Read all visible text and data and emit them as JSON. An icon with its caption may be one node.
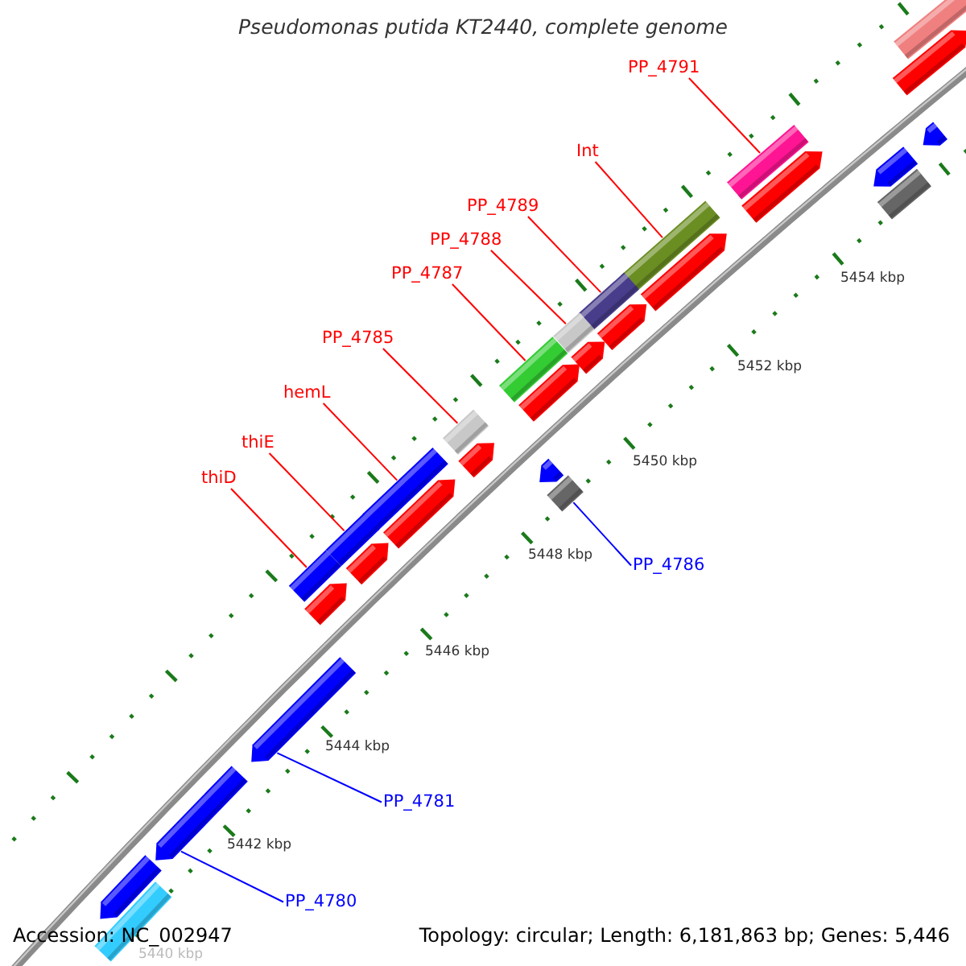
{
  "diagram": {
    "title": "Pseudomonas putida KT2440, complete genome",
    "nodes": [
      {
        "text": [
          "PP_4791"
        ]
      },
      {
        "text": [],
        "shape": "bar"
      },
      {
        "text": [
          "Int"
        ]
      },
      {
        "text": [],
        "shape": "bar"
      },
      {
        "text": [
          "PP_4789"
        ]
      },
      {
        "text": [],
        "shape": "bar"
      },
      {
        "text": [
          "PP_4788"
        ]
      },
      {
        "text": [],
        "shape": "bar"
      },
      {
        "text": [
          "PP_4787"
        ]
      },
      {
        "text": [],
        "shape": "bar"
      },
      {
        "text": [
          "PP_4785"
        ]
      },
      {
        "text": [],
        "shape": "bar"
      },
      {
        "text": [
          "hemL"
        ]
      },
      {
        "text": [],
        "shape": "bar"
      },
      {
        "text": [
          "thiE"
        ]
      },
      {
        "text": [],
        "shape": "bar"
      },
      {
        "text": [
          "thiD"
        ]
      },
      {
        "text": [],
        "shape": "bar"
      },
      {
        "text": [
          "PP_4786"
        ]
      },
      {
        "text": [],
        "shape": "bar"
      },
      {
        "text": [
          "PP_4781"
        ]
      },
      {
        "text": [],
        "shape": "arrow"
      },
      {
        "text": [
          "PP_4780"
        ]
      },
      {
        "text": [],
        "shape": "arrow"
      },
      {
        "text": [],
        "shape": "bar"
      },
      {
        "text": [],
        "shape": "arrow"
      },
      {
        "text": [],
        "shape": "arrow"
      },
      {
        "text": [],
        "shape": "arrow"
      },
      {
        "text": [],
        "shape": "arrow"
      },
      {
        "text": [],
        "shape": "arrow"
      },
      {
        "text": [],
        "shape": "arrow"
      },
      {
        "text": [],
        "shape": "arrow"
      },
      {
        "text": [],
        "shape": "arrow"
      },
      {
        "text": [],
        "shape": "arrow"
      },
      {
        "text": [],
        "shape": "arrow"
      },
      {
        "text": [],
        "shape": "arrow"
      },
      {
        "text": [],
        "shape": "arrow"
      },
      {
        "text": [],
        "shape": "bar"
      },
      {
        "text": [],
        "shape": "arrow"
      },
      {
        "text": [],
        "shape": "arrow"
      },
      {
        "text": [],
        "shape": "bar"
      }
    ],
    "edges": [
      {
        "from": 0,
        "to": 1,
        "arrow": "none"
      },
      {
        "from": 2,
        "to": 3,
        "arrow": "none"
      },
      {
        "from": 4,
        "to": 5,
        "arrow": "none"
      },
      {
        "from": 6,
        "to": 7,
        "arrow": "none"
      },
      {
        "from": 8,
        "to": 9,
        "arrow": "none"
      },
      {
        "from": 10,
        "to": 11,
        "arrow": "none"
      },
      {
        "from": 12,
        "to": 13,
        "arrow": "none"
      },
      {
        "from": 14,
        "to": 15,
        "arrow": "none"
      },
      {
        "from": 16,
        "to": 17,
        "arrow": "none"
      },
      {
        "from": 18,
        "to": 19,
        "arrow": "none",
        "color": "#0000ff"
      },
      {
        "from": 20,
        "to": 21,
        "arrow": "none",
        "color": "#0000ff"
      },
      {
        "from": 22,
        "to": 23,
        "arrow": "none",
        "color": "#0000ff"
      }
    ],
    "labels": [
      "5454 kbp",
      "5452 kbp",
      "5450 kbp",
      "5448 kbp",
      "5446 kbp",
      "5444 kbp",
      "5442 kbp",
      "5440 kbp",
      "Accession: NC_002947",
      "Topology: circular; Length: 6,181,863 bp; Genes: 5,446"
    ]
  }
}
